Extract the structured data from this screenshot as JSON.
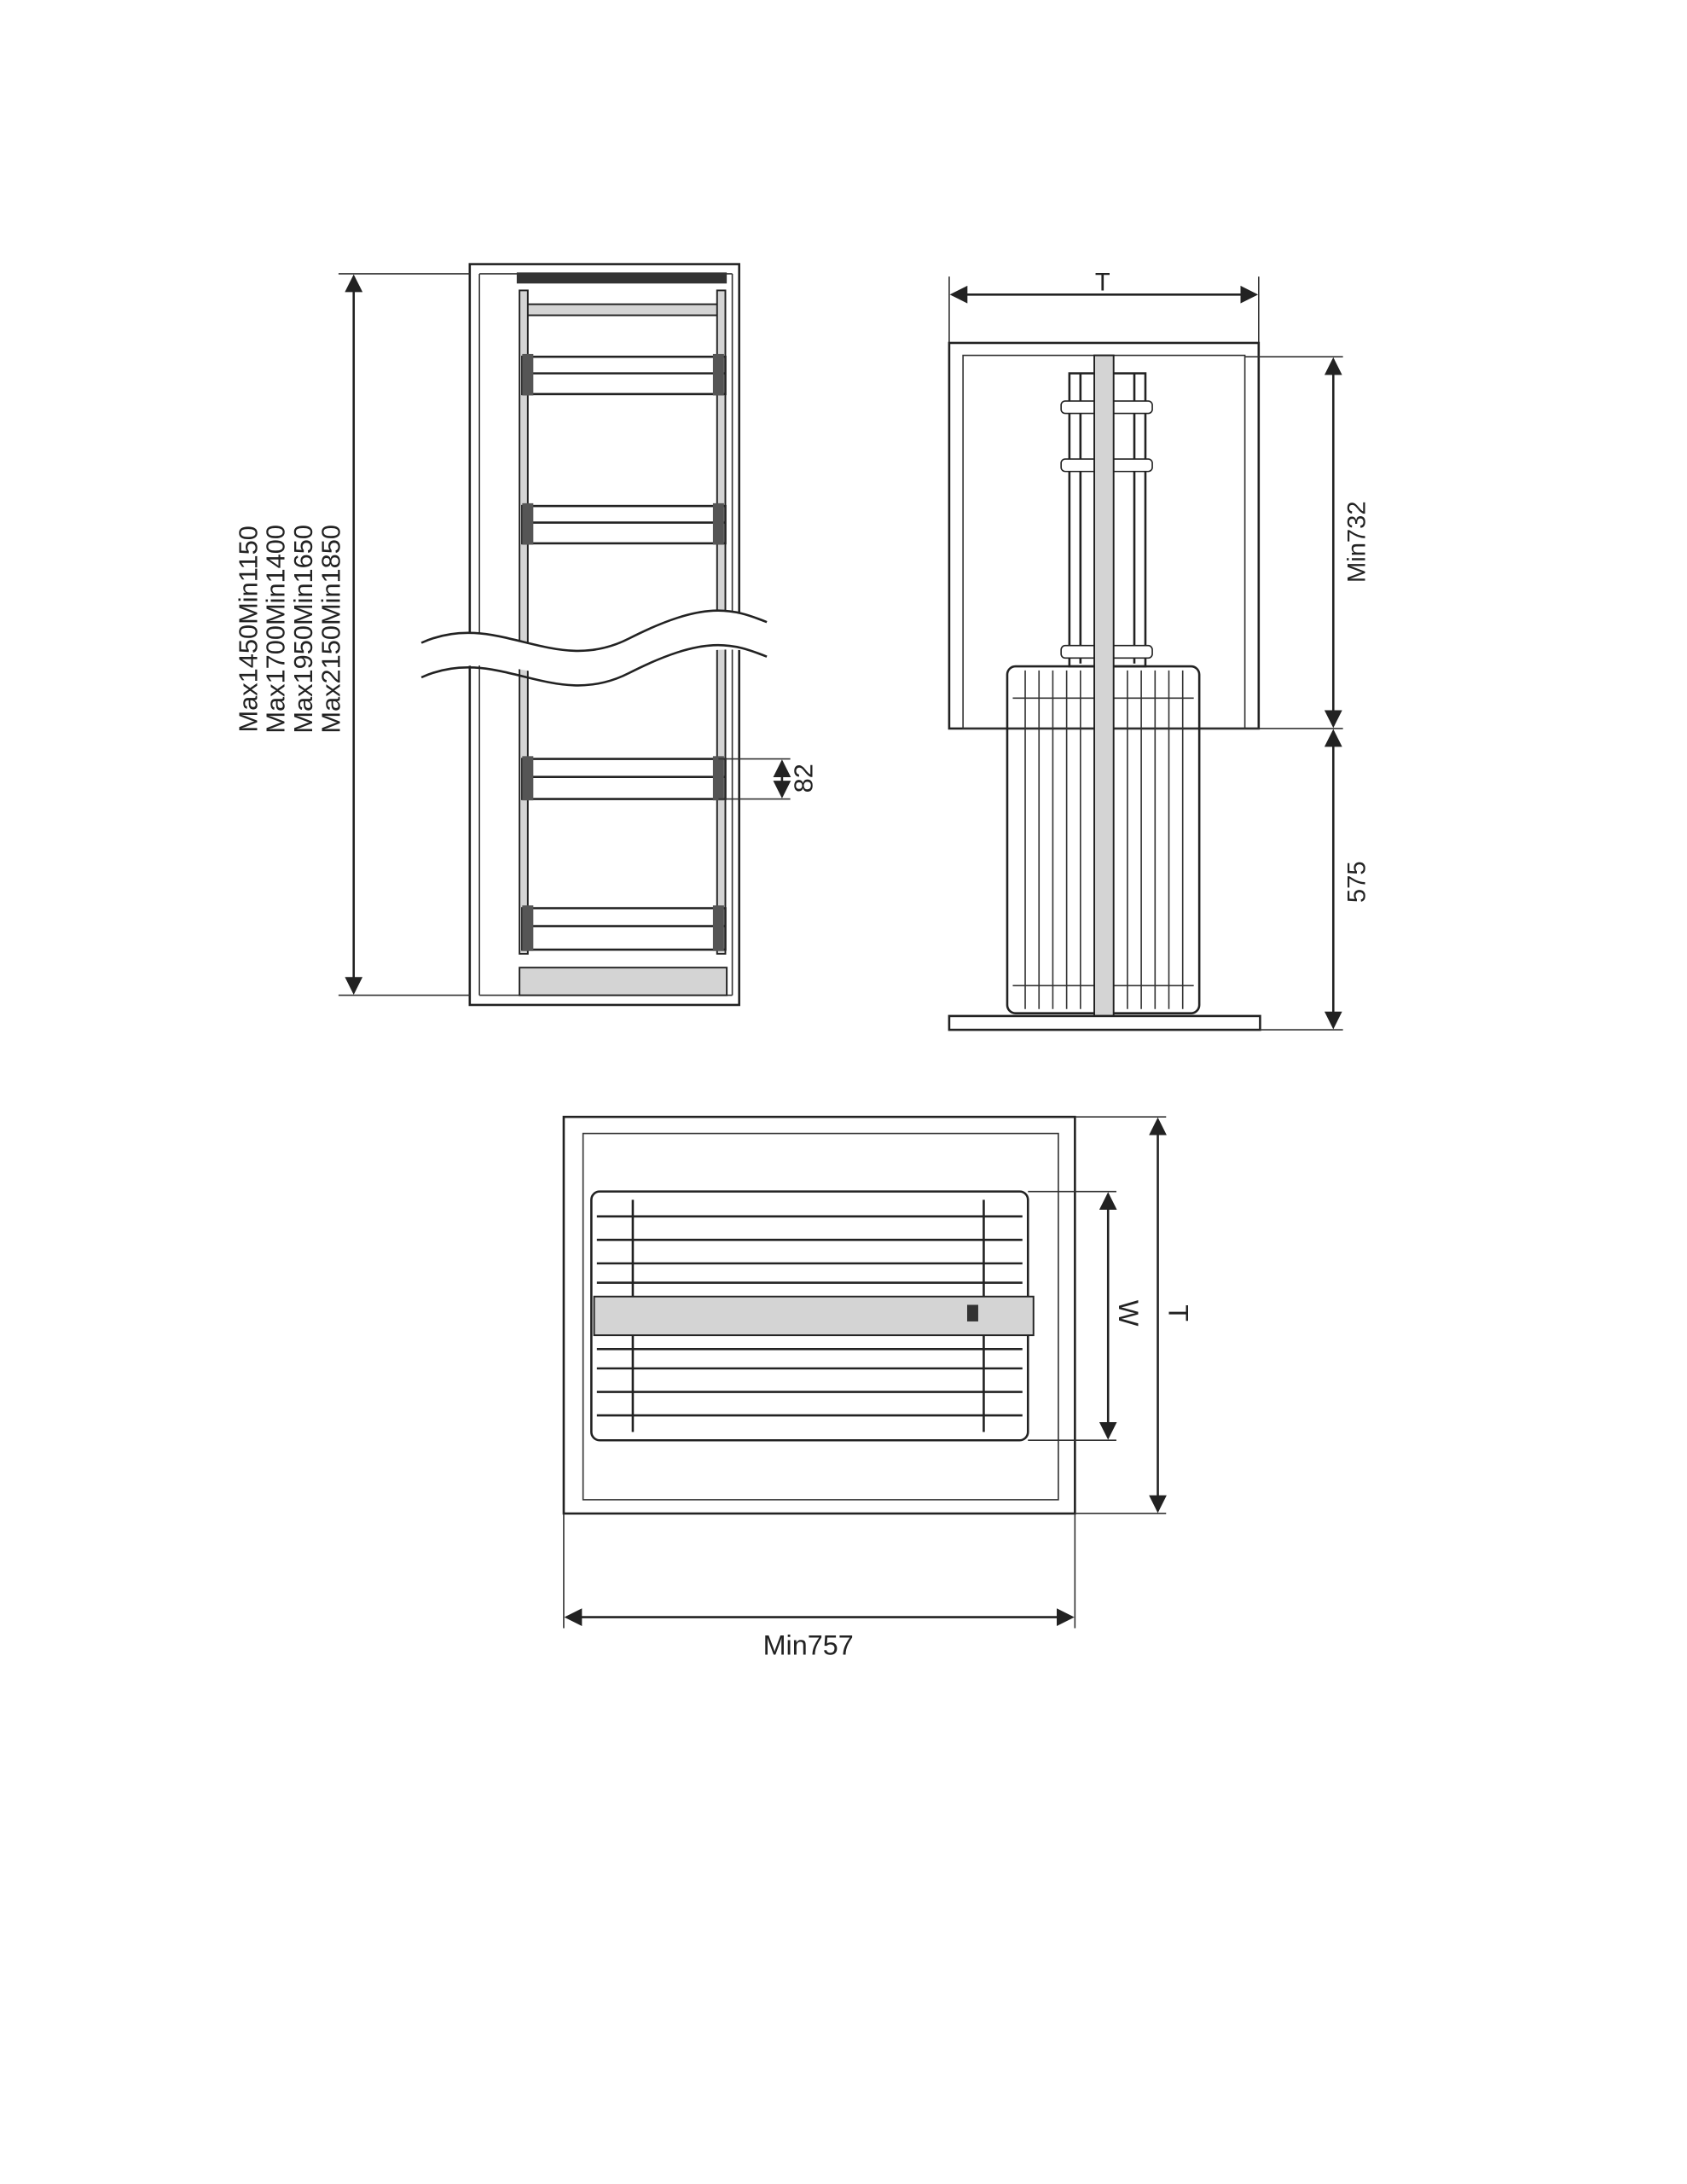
{
  "front_view": {
    "height_labels": [
      "Max1450Min1150",
      "Max1700Min1400",
      "Max1950Min1650",
      "Max2150Min1850"
    ],
    "shelf_spacing": "82"
  },
  "side_view": {
    "depth_label": "T",
    "upper_height": "Min732",
    "lower_height": "575"
  },
  "top_view": {
    "basket_width_label": "W",
    "depth_label": "T",
    "min_width": "Min757"
  }
}
